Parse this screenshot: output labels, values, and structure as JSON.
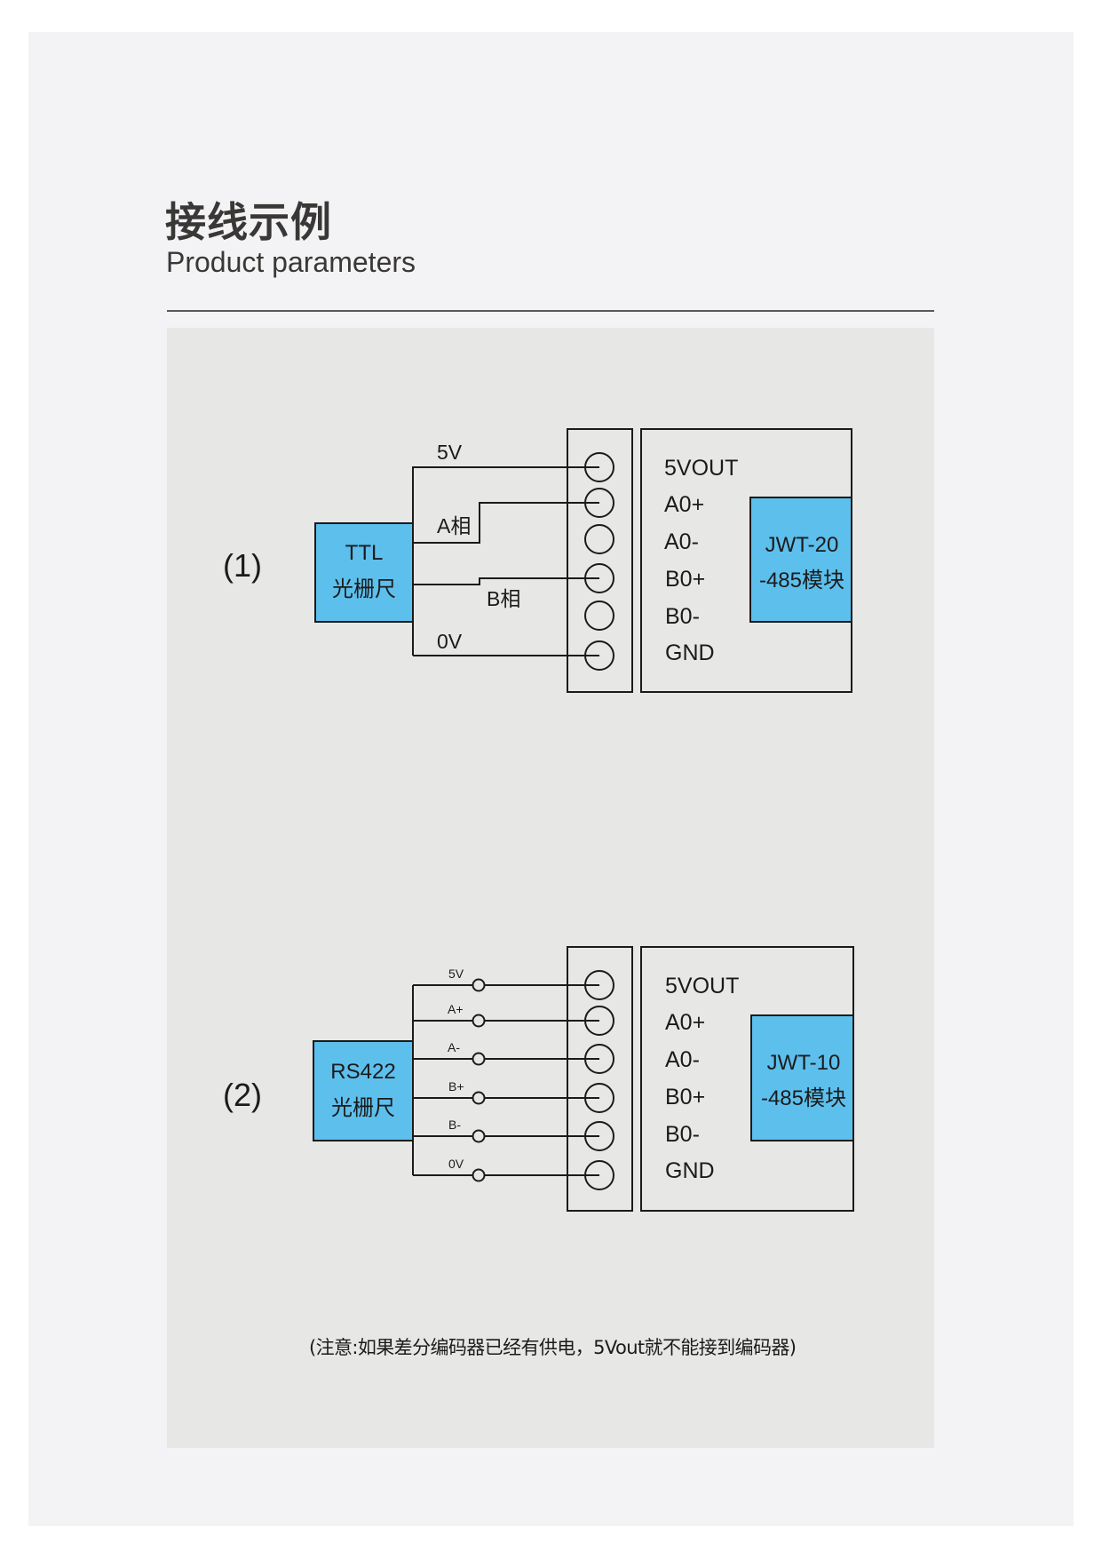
{
  "header": {
    "title_cn": "接线示例",
    "title_en": "Product parameters"
  },
  "colors": {
    "accent_blue": "#5dbfec",
    "line": "#1b1b1b",
    "panel_bg": "#e7e7e5",
    "sheet_bg": "#f3f3f5"
  },
  "diagram1": {
    "index_label": "(1)",
    "source_line1": "TTL",
    "source_line2": "光栅尺",
    "wires": [
      {
        "label": "5V",
        "terminal": 1
      },
      {
        "label": "A相",
        "terminal": 2
      },
      {
        "label": "B相",
        "terminal": 4
      },
      {
        "label": "0V",
        "terminal": 6
      }
    ],
    "terminal_count": 6,
    "pins": [
      "5VOUT",
      "A0+",
      "A0-",
      "B0+",
      "B0-",
      "GND"
    ],
    "module_line1": "JWT-20",
    "module_line2": "-485模块"
  },
  "diagram2": {
    "index_label": "(2)",
    "source_line1": "RS422",
    "source_line2": "光栅尺",
    "wires": [
      {
        "label": "5V",
        "terminal": 1
      },
      {
        "label": "A+",
        "terminal": 2
      },
      {
        "label": "A-",
        "terminal": 3
      },
      {
        "label": "B+",
        "terminal": 4
      },
      {
        "label": "B-",
        "terminal": 5
      },
      {
        "label": "0V",
        "terminal": 6
      }
    ],
    "terminal_count": 6,
    "pins": [
      "5VOUT",
      "A0+",
      "A0-",
      "B0+",
      "B0-",
      "GND"
    ],
    "module_line1": "JWT-10",
    "module_line2": "-485模块"
  },
  "note": "(注意:如果差分编码器已经有供电，5Vout就不能接到编码器)"
}
